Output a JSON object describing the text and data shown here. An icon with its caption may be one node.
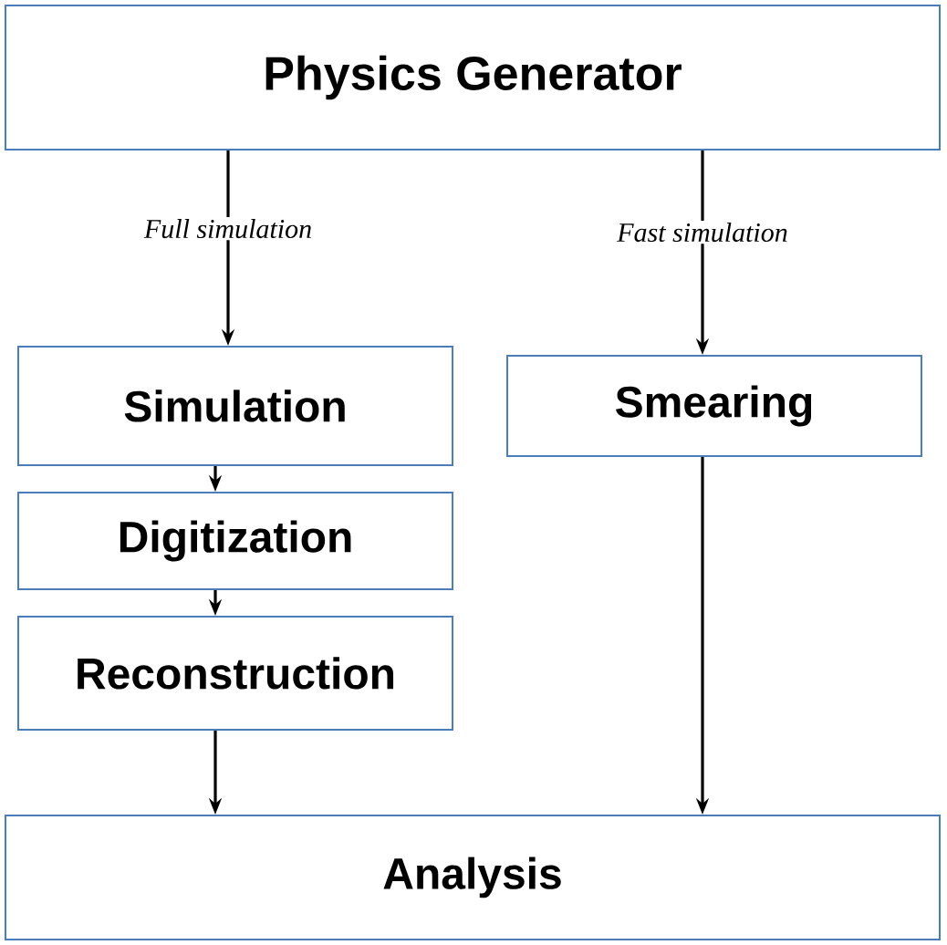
{
  "diagram": {
    "nodes": [
      {
        "text": [
          "Physics Generator"
        ]
      },
      {
        "text": [
          "Simulation"
        ]
      },
      {
        "text": [
          "Digitization"
        ]
      },
      {
        "text": [
          "Reconstruction"
        ]
      },
      {
        "text": [
          "Smearing"
        ]
      },
      {
        "text": [
          "Analysis"
        ]
      }
    ],
    "edges": [
      {
        "from": 0,
        "to": 1,
        "arrow": "to",
        "label": "Full simulation"
      },
      {
        "from": 0,
        "to": 4,
        "arrow": "to",
        "label": "Fast simulation"
      },
      {
        "from": 1,
        "to": 2,
        "arrow": "to"
      },
      {
        "from": 2,
        "to": 3,
        "arrow": "to"
      },
      {
        "from": 3,
        "to": 5,
        "arrow": "to"
      },
      {
        "from": 4,
        "to": 5,
        "arrow": "to"
      }
    ]
  }
}
